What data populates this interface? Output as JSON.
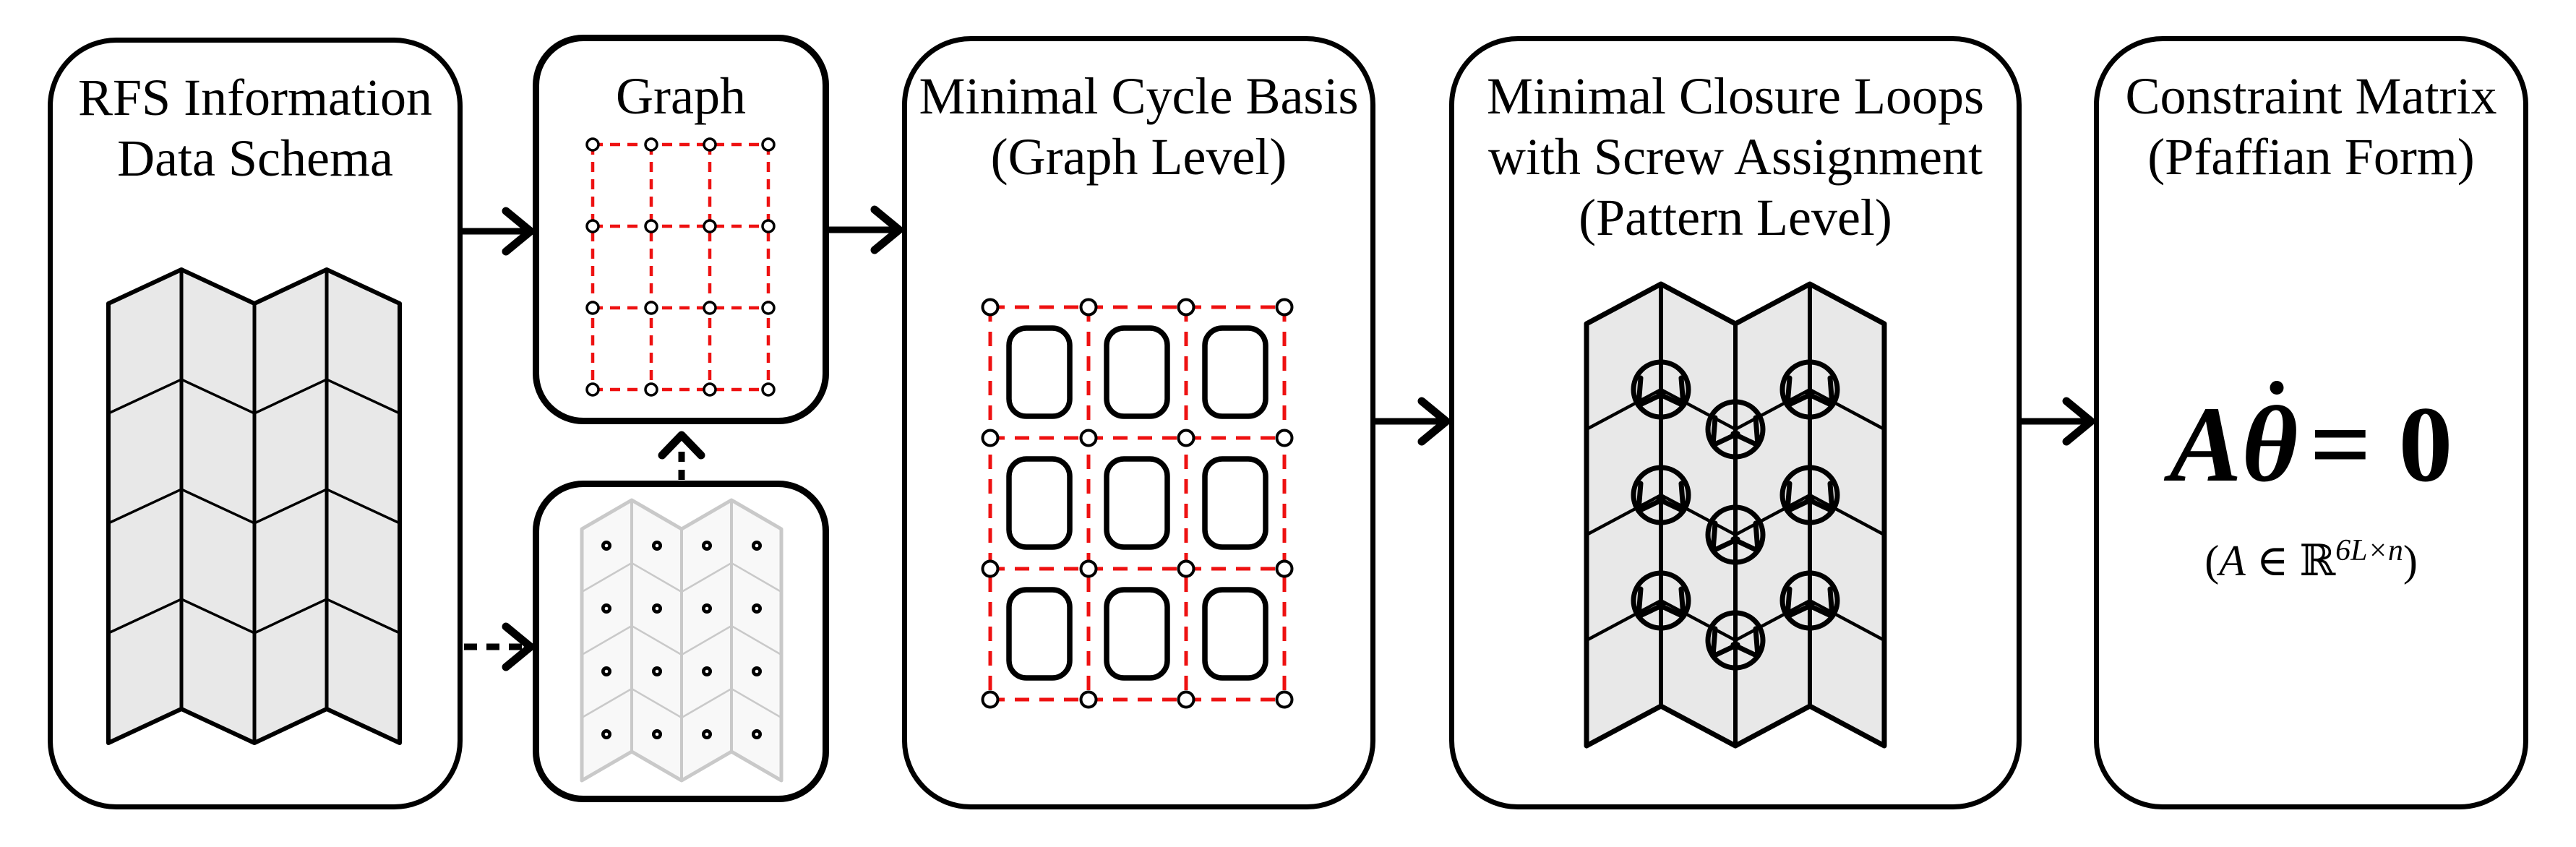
{
  "colors": {
    "red": "#ee1111",
    "panel": "#e8e8e8",
    "faded_stroke": "#c9c9c9",
    "faded_fill": "#f8f8f8",
    "node_fill": "#ffffff",
    "ink": "#000000"
  },
  "boxes": {
    "rfs": {
      "line1": "RFS Information",
      "line2": "Data Schema"
    },
    "graph": {
      "title": "Graph"
    },
    "cycle": {
      "line1": "Minimal Cycle Basis",
      "line2": "(Graph Level)"
    },
    "closure": {
      "line1": "Minimal Closure Loops",
      "line2": "with Screw Assignment",
      "line3": "(Pattern Level)"
    },
    "constraint": {
      "line1": "Constraint Matrix",
      "line2": "(Pfaffian Form)"
    }
  },
  "formula": {
    "A": "A",
    "theta": "θ",
    "eq": "= 0",
    "note_open": "(",
    "note_var": "A",
    "note_in": " ∈ ",
    "note_R": "ℝ",
    "note_sup": "6L×n",
    "note_close": ")"
  }
}
